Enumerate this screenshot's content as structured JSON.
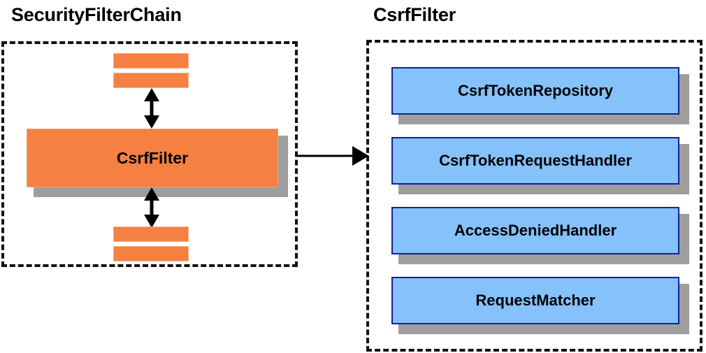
{
  "diagram": {
    "type": "component-relationship-diagram",
    "background_color": "#ffffff",
    "panels": [
      {
        "id": "security-filter-chain",
        "title": "SecurityFilterChain",
        "border_style": "dashed",
        "border_color": "#111111",
        "nodes": [
          {
            "id": "filter-bar-top-1",
            "label": "",
            "color": "#f58041",
            "kind": "bar"
          },
          {
            "id": "filter-bar-top-2",
            "label": "",
            "color": "#f58041",
            "kind": "bar"
          },
          {
            "id": "csrf-filter",
            "label": "CsrfFilter",
            "color": "#f58041",
            "kind": "box"
          },
          {
            "id": "filter-bar-bottom-1",
            "label": "",
            "color": "#f58041",
            "kind": "bar"
          },
          {
            "id": "filter-bar-bottom-2",
            "label": "",
            "color": "#f58041",
            "kind": "bar"
          }
        ],
        "connectors": [
          {
            "id": "chain-link-upper",
            "style": "double-headed-vertical-arrow",
            "color": "#000000"
          },
          {
            "id": "chain-link-lower",
            "style": "double-headed-vertical-arrow",
            "color": "#000000"
          }
        ]
      },
      {
        "id": "csrf-filter-detail",
        "title": "CsrfFilter",
        "border_style": "dashed",
        "border_color": "#111111",
        "nodes": [
          {
            "id": "csrf-token-repository",
            "label": "CsrfTokenRepository",
            "color": "#85c1fa",
            "kind": "box"
          },
          {
            "id": "csrf-token-request-handler",
            "label": "CsrfTokenRequestHandler",
            "color": "#85c1fa",
            "kind": "box"
          },
          {
            "id": "access-denied-handler",
            "label": "AccessDeniedHandler",
            "color": "#85c1fa",
            "kind": "box"
          },
          {
            "id": "request-matcher",
            "label": "RequestMatcher",
            "color": "#85c1fa",
            "kind": "box"
          }
        ]
      }
    ],
    "cross_panel_connector": {
      "id": "expansion-arrow",
      "style": "single-headed-horizontal-arrow",
      "color": "#000000",
      "from": "security-filter-chain",
      "to": "csrf-filter-detail"
    },
    "palette": {
      "orange_fill": "#f58041",
      "orange_border": "#f3a06e",
      "blue_fill": "#85c1fa",
      "blue_border": "#12229b",
      "shadow_near": "#9e9e9e",
      "shadow_far": "#e3e3e3",
      "text": "#000000"
    }
  }
}
